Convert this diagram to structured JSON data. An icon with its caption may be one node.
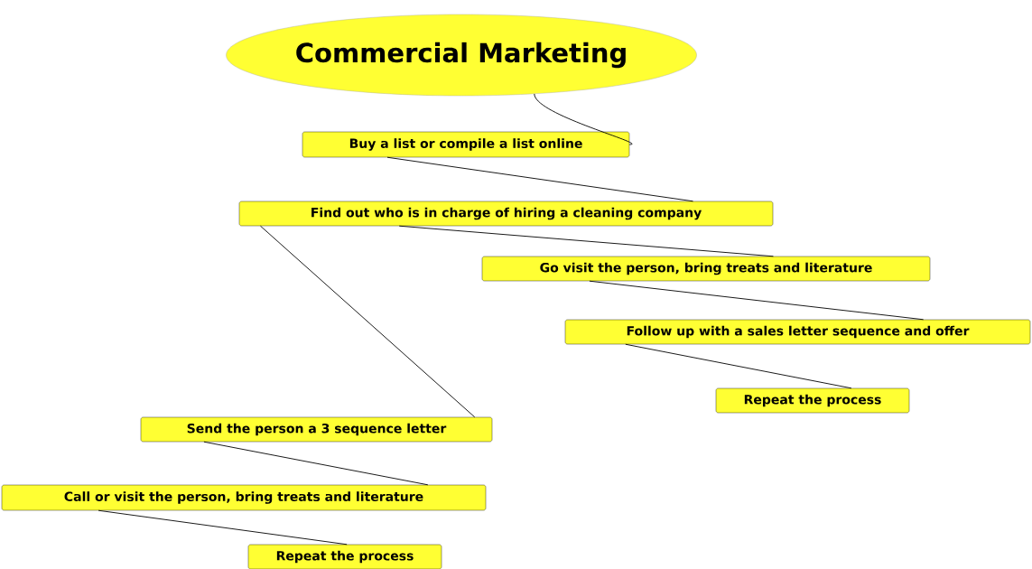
{
  "diagram": {
    "nodes": [
      {
        "text": [
          "Commercial Marketing"
        ]
      },
      {
        "text": [
          "Buy a list or compile a list online"
        ]
      },
      {
        "text": [
          "Find out who is in charge of hiring a cleaning company"
        ]
      },
      {
        "text": [
          "Go visit the person, bring treats and literature"
        ]
      },
      {
        "text": [
          "Follow up with a sales letter sequence and offer"
        ]
      },
      {
        "text": [
          "Repeat the process"
        ]
      },
      {
        "text": [
          "Send the person a 3 sequence letter"
        ]
      },
      {
        "text": [
          "Call or visit the person, bring treats and literature"
        ]
      },
      {
        "text": [
          "Repeat the process"
        ]
      }
    ],
    "edges": [
      {
        "from": 0,
        "to": 1,
        "arrow": "none"
      },
      {
        "from": 1,
        "to": 2,
        "arrow": "none"
      },
      {
        "from": 2,
        "to": 3,
        "arrow": "none"
      },
      {
        "from": 3,
        "to": 4,
        "arrow": "none"
      },
      {
        "from": 4,
        "to": 5,
        "arrow": "none"
      },
      {
        "from": 2,
        "to": 6,
        "arrow": "none"
      },
      {
        "from": 6,
        "to": 7,
        "arrow": "none"
      },
      {
        "from": 7,
        "to": 8,
        "arrow": "none"
      }
    ]
  }
}
